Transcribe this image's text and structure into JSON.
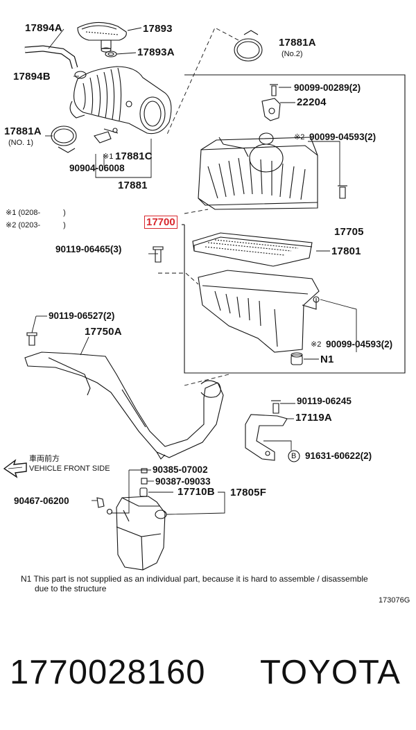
{
  "callouts": {
    "p17894A": "17894A",
    "p17893": "17893",
    "p17893A": "17893A",
    "p17881A_no2": "17881A",
    "no2": "(No.2)",
    "p17894B": "17894B",
    "p90099_00289": "90099-00289(2)",
    "p22204": "22204",
    "p17881A_no1": "17881A",
    "no1": "(NO. 1)",
    "mark2_a": "※2",
    "p90099_04593_top": "90099-04593(2)",
    "mark1_c": "※1",
    "p17881C": "17881C",
    "p90904_06008": "90904-06008",
    "p17881": "17881",
    "p17700": "17700",
    "p17705": "17705",
    "p90119_06465": "90119-06465(3)",
    "p17801": "17801",
    "p90119_06527": "90119-06527(2)",
    "p17750A": "17750A",
    "mark2_b": "※2",
    "p90099_04593_bot": "90099-04593(2)",
    "pN1": "N1",
    "p90119_06245": "90119-06245",
    "p17119A": "17119A",
    "p91631_60622": "91631-60622(2)",
    "p90385_07002": "90385-07002",
    "p90387_09033": "90387-09033",
    "p17710B": "17710B",
    "p17805F": "17805F",
    "p90467_06200": "90467-06200",
    "washer_symbol": "B"
  },
  "legend": {
    "line1": "※1 (0208-　　　)",
    "line2": "※2 (0203-　　　)"
  },
  "direction": {
    "jp": "車両前方",
    "en": "VEHICLE FRONT SIDE"
  },
  "footnote": {
    "line1": "N1  This part is not supplied as an individual part, because it is hard to assemble / disassemble",
    "line2": "due to the structure"
  },
  "diagram_code": "173076G",
  "footer": {
    "part_number": "1770028160",
    "brand": "TOYOTA"
  },
  "colors": {
    "highlight": "#d8262c",
    "line": "#111111"
  }
}
